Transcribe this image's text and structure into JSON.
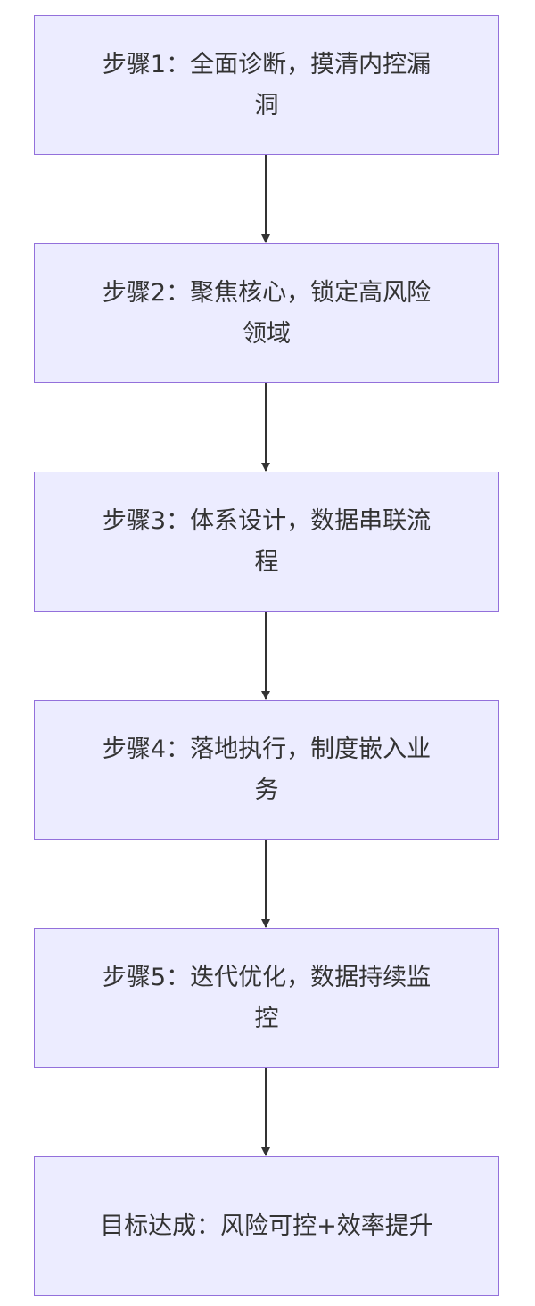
{
  "diagram": {
    "type": "flowchart",
    "direction": "top-down",
    "colors": {
      "node_fill": "#ECECFF",
      "node_border": "#9370DB",
      "edge": "#333333",
      "text": "#333333"
    },
    "nodes": [
      {
        "id": "step1",
        "label": "步骤1：全面诊断，摸清内控漏洞"
      },
      {
        "id": "step2",
        "label": "步骤2：聚焦核心，锁定高风险领域"
      },
      {
        "id": "step3",
        "label": "步骤3：体系设计，数据串联流程"
      },
      {
        "id": "step4",
        "label": "步骤4：落地执行，制度嵌入业务"
      },
      {
        "id": "step5",
        "label": "步骤5：迭代优化，数据持续监控"
      },
      {
        "id": "goal",
        "label": "目标达成：风险可控+效率提升"
      }
    ],
    "edges": [
      {
        "from": "step1",
        "to": "step2"
      },
      {
        "from": "step2",
        "to": "step3"
      },
      {
        "from": "step3",
        "to": "step4"
      },
      {
        "from": "step4",
        "to": "step5"
      },
      {
        "from": "step5",
        "to": "goal"
      }
    ]
  }
}
